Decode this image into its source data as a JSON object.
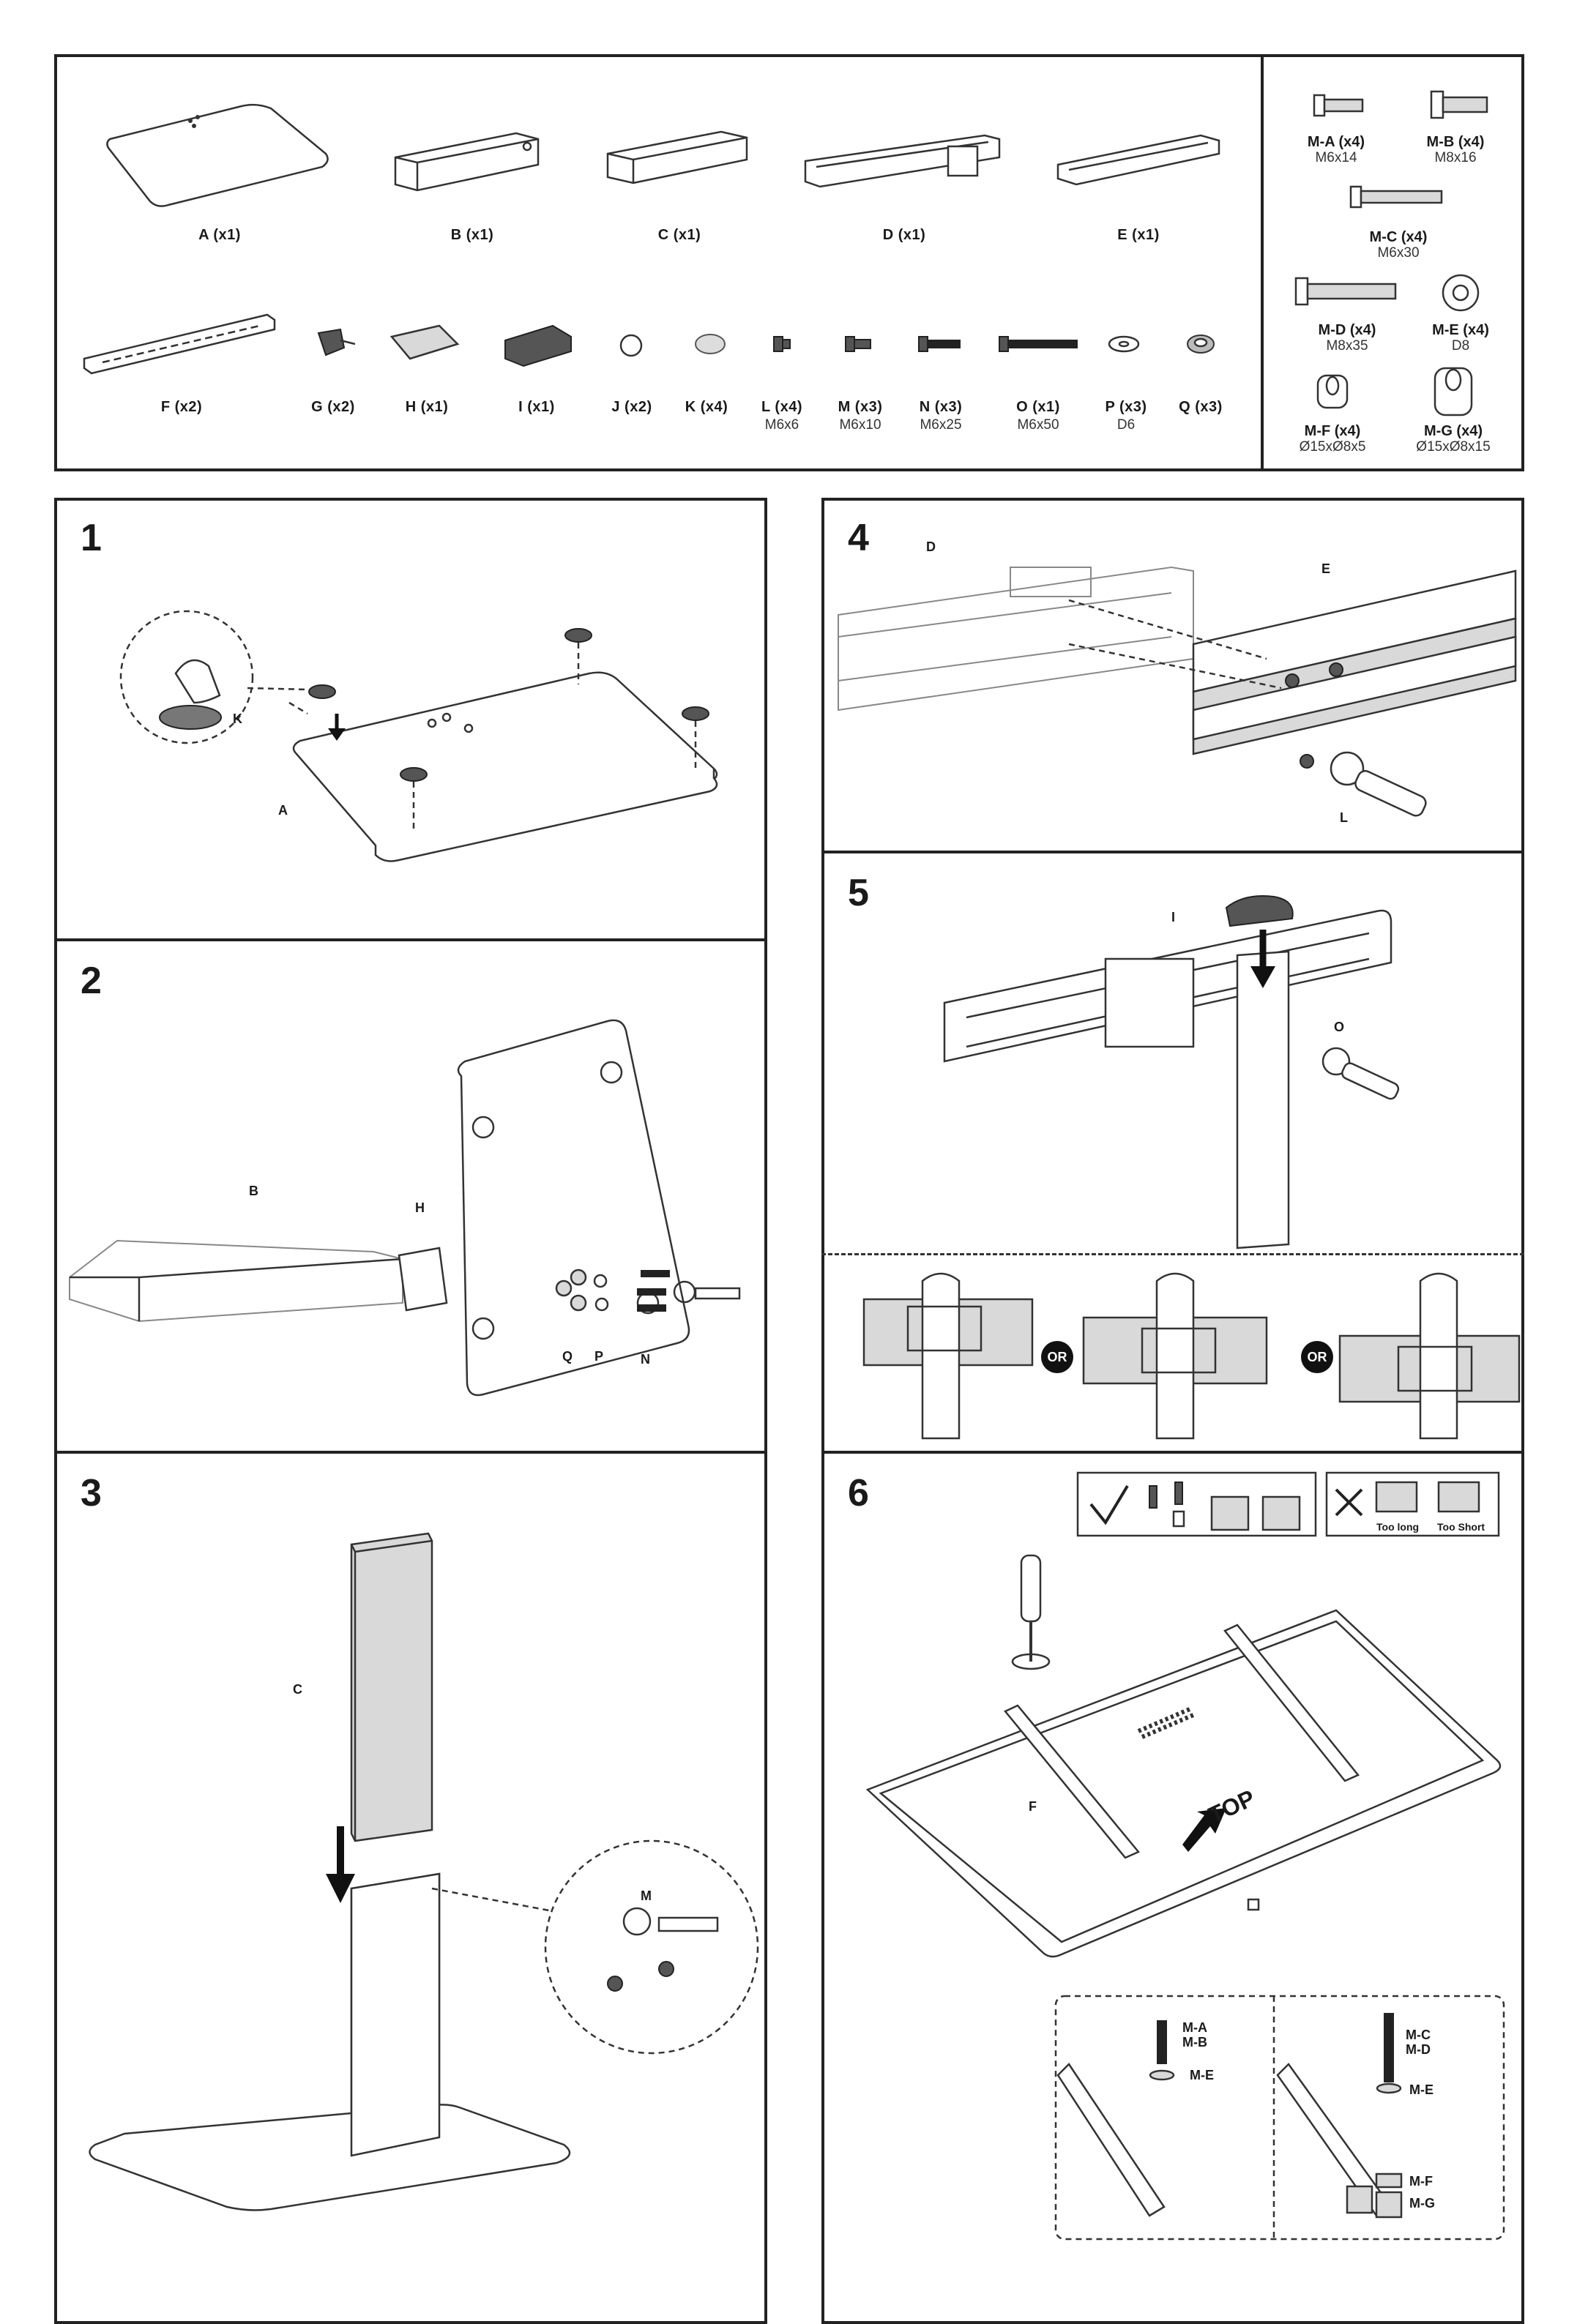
{
  "parts": [
    {
      "label": "A (x1)"
    },
    {
      "label": "B (x1)"
    },
    {
      "label": "C (x1)"
    },
    {
      "label": "D (x1)"
    },
    {
      "label": "E (x1)"
    },
    {
      "label": "F (x2)"
    },
    {
      "label": "G (x2)"
    },
    {
      "label": "H (x1)"
    },
    {
      "label": "I (x1)"
    },
    {
      "label": "J (x2)"
    },
    {
      "label": "K (x4)"
    },
    {
      "label": "L (x4)",
      "size": "M6x6"
    },
    {
      "label": "M (x3)",
      "size": "M6x10"
    },
    {
      "label": "N (x3)",
      "size": "M6x25"
    },
    {
      "label": "O (x1)",
      "size": "M6x50"
    },
    {
      "label": "P (x3)",
      "size": "D6"
    },
    {
      "label": "Q (x3)"
    }
  ],
  "hardware": [
    {
      "label": "M-A (x4)",
      "size": "M6x14"
    },
    {
      "label": "M-B (x4)",
      "size": "M8x16"
    },
    {
      "label": "M-C (x4)",
      "size": "M6x30"
    },
    {
      "label": "M-D (x4)",
      "size": "M8x35"
    },
    {
      "label": "M-E (x4)",
      "size": "D8"
    },
    {
      "label": "M-F (x4)",
      "size": "Ø15xØ8x5"
    },
    {
      "label": "M-G (x4)",
      "size": "Ø15xØ8x15"
    }
  ],
  "steps": {
    "s1": {
      "num": "1",
      "callouts": [
        "K",
        "A"
      ]
    },
    "s2": {
      "num": "2",
      "callouts": [
        "B",
        "H",
        "Q",
        "P",
        "N"
      ]
    },
    "s3": {
      "num": "3",
      "callouts": [
        "C",
        "M"
      ]
    },
    "s4": {
      "num": "4",
      "callouts": [
        "D",
        "E",
        "L"
      ]
    },
    "s5": {
      "num": "5",
      "callouts": [
        "I",
        "O"
      ],
      "or": "OR"
    },
    "s6": {
      "num": "6",
      "callouts": [
        "F"
      ],
      "top": "TOP",
      "too_long": "Too long",
      "too_short": "Too Short",
      "detail_left": [
        "M-A",
        "M-B",
        "M-E"
      ],
      "detail_right": [
        "M-C",
        "M-D",
        "M-E",
        "M-F",
        "M-G"
      ]
    }
  }
}
